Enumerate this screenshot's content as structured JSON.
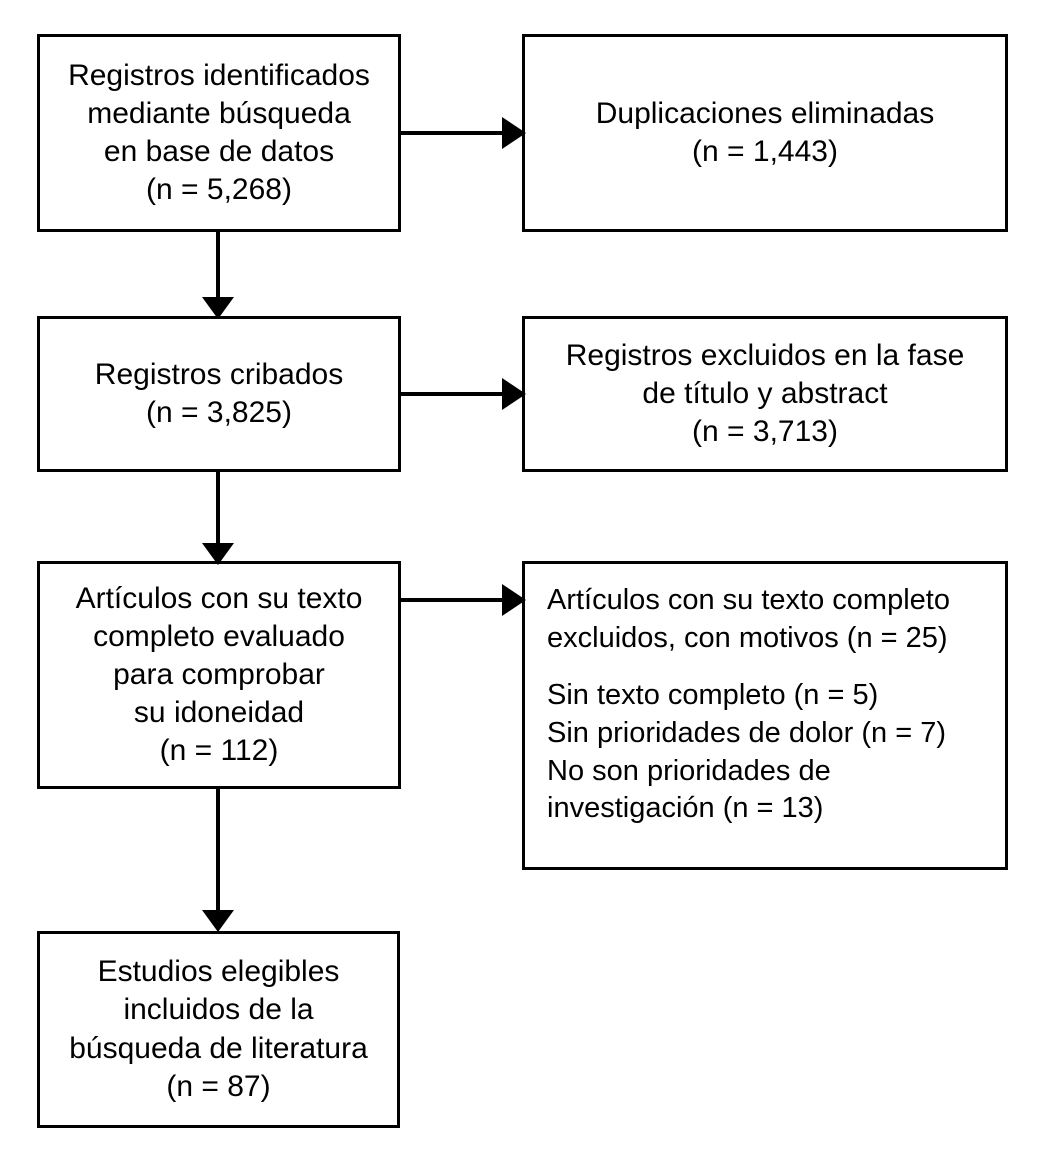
{
  "diagram": {
    "type": "prisma-flow-diagram",
    "language": "es",
    "colors": {
      "background": "#ffffff",
      "box_border": "#000000",
      "text": "#000000",
      "connector": "#000000"
    },
    "boxes": [
      {
        "id": "identified",
        "align": "center",
        "lines": [
          "Registros identificados",
          "mediante búsqueda",
          "en base de datos",
          "(n = 5,268)"
        ],
        "n": 5268
      },
      {
        "id": "duplicates",
        "align": "center",
        "lines": [
          "Duplicaciones eliminadas",
          "(n = 1,443)"
        ],
        "n": 1443
      },
      {
        "id": "screened",
        "align": "center",
        "lines": [
          "Registros cribados",
          "(n = 3,825)"
        ],
        "n": 3825
      },
      {
        "id": "excluded_title_abstract",
        "align": "center",
        "lines": [
          "Registros excluidos en la fase",
          "de título y abstract",
          "(n = 3,713)"
        ],
        "n": 3713
      },
      {
        "id": "fulltext_assessed",
        "align": "center",
        "lines": [
          "Artículos con su texto",
          "completo evaluado",
          "para comprobar",
          "su idoneidad",
          "(n = 112)"
        ],
        "n": 112
      },
      {
        "id": "excluded_fulltext",
        "align": "left",
        "lines": [
          "Artículos con su texto completo",
          "excluidos, con motivos (n = 25)",
          "",
          "Sin texto completo (n = 5)",
          "Sin prioridades de dolor (n = 7)",
          "No son prioridades de",
          "investigación (n = 13)"
        ],
        "n": 25,
        "reasons": [
          {
            "label": "Sin texto completo",
            "n": 5
          },
          {
            "label": "Sin prioridades de dolor",
            "n": 7
          },
          {
            "label": "No son prioridades de investigación",
            "n": 13
          }
        ]
      },
      {
        "id": "included",
        "align": "center",
        "lines": [
          "Estudios elegibles",
          "incluidos de la",
          "búsqueda de literatura",
          "(n = 87)"
        ],
        "n": 87
      }
    ],
    "connectors": [
      {
        "id": "identified-to-duplicates",
        "from": "identified",
        "to": "duplicates",
        "direction": "right"
      },
      {
        "id": "identified-to-screened",
        "from": "identified",
        "to": "screened",
        "direction": "down"
      },
      {
        "id": "screened-to-excluded-title-abstract",
        "from": "screened",
        "to": "excluded_title_abstract",
        "direction": "right"
      },
      {
        "id": "screened-to-fulltext",
        "from": "screened",
        "to": "fulltext_assessed",
        "direction": "down"
      },
      {
        "id": "fulltext-to-excluded-fulltext",
        "from": "fulltext_assessed",
        "to": "excluded_fulltext",
        "direction": "right"
      },
      {
        "id": "fulltext-to-included",
        "from": "fulltext_assessed",
        "to": "included",
        "direction": "down"
      }
    ]
  }
}
